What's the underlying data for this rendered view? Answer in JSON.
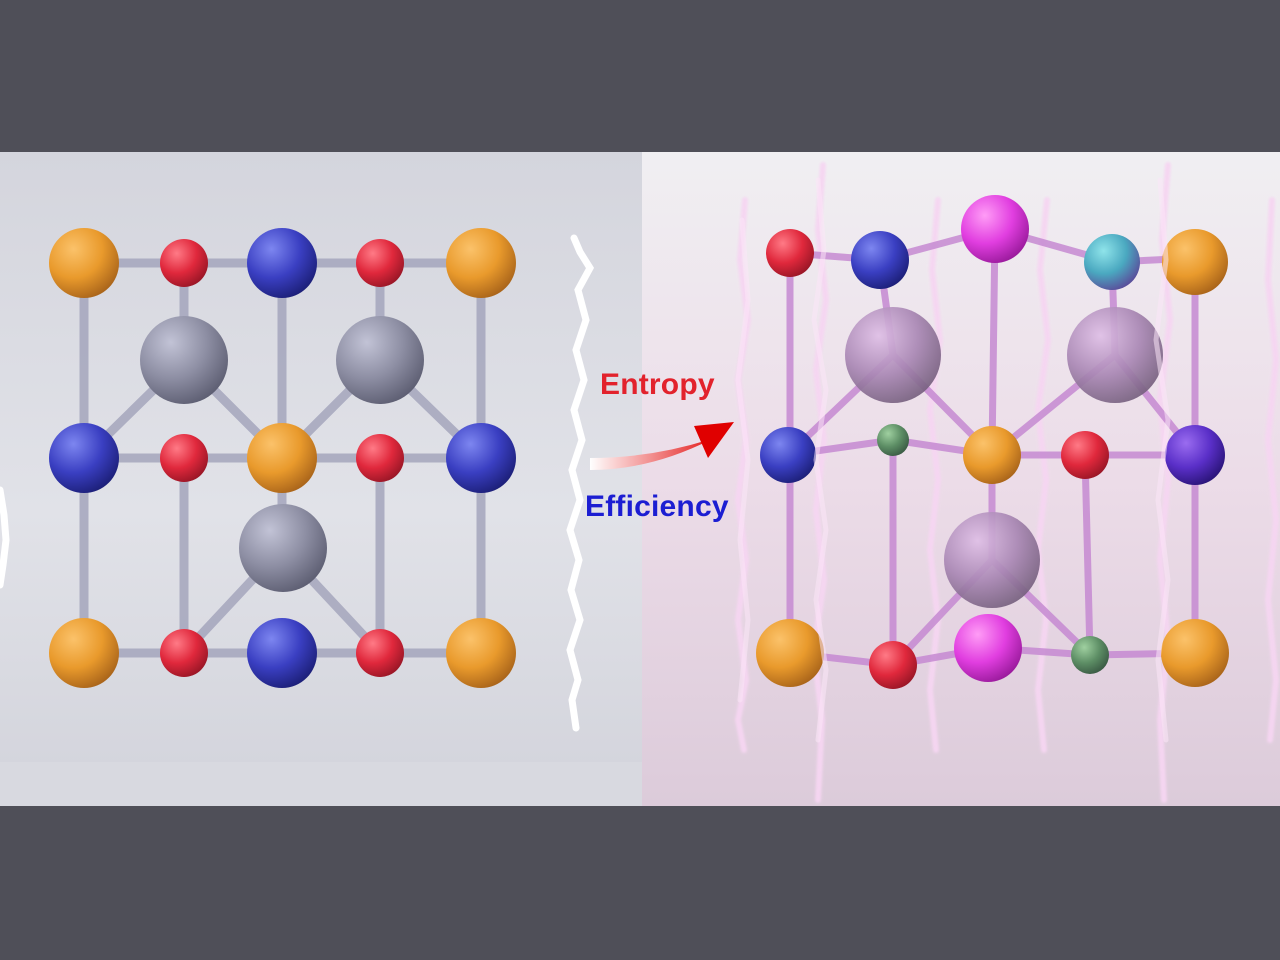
{
  "labels": {
    "entropy": "Entropy",
    "efficiency": "Efficiency"
  },
  "colors": {
    "frame_background": "#4f4f58",
    "left_panel": "#d6d7df",
    "right_panel": "#ecdde9",
    "bond_left": "#a9a9bf",
    "bond_right": "#c58ad0",
    "entropy_text": "#e2222c",
    "efficiency_text": "#1c1ed2",
    "arrow_start": "#ffffff",
    "arrow_end": "#e00000"
  },
  "left_structure": {
    "name": "ordered lattice",
    "atom_colors": [
      "orange",
      "red",
      "blue",
      "gray"
    ]
  },
  "right_structure": {
    "name": "distorted high-entropy lattice",
    "atom_colors": [
      "orange",
      "red",
      "blue",
      "gray",
      "magenta",
      "teal",
      "green",
      "purple"
    ]
  }
}
